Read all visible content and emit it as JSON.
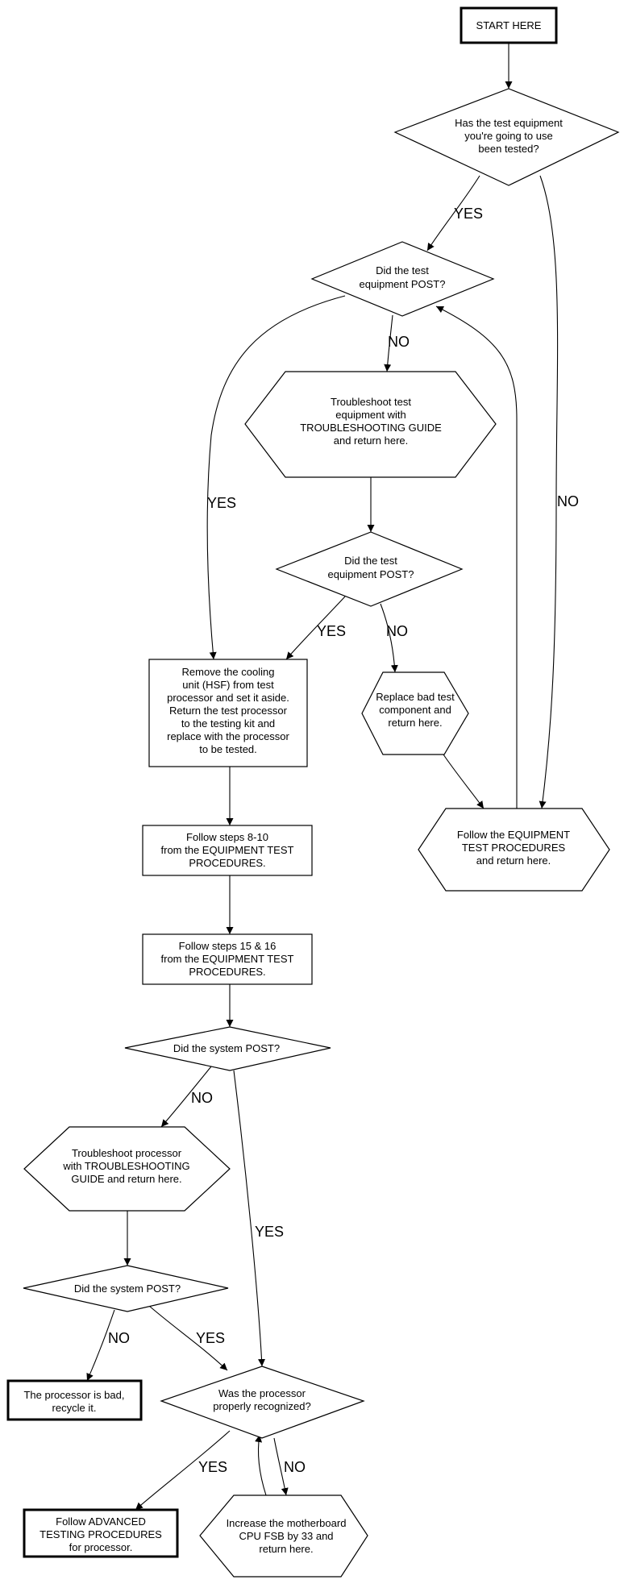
{
  "nodes": {
    "start": [
      "START HERE"
    ],
    "q_tested": [
      "Has the test equipment",
      "you're going to use",
      "been tested?"
    ],
    "q_post1": [
      "Did the test",
      "equipment POST?"
    ],
    "troubleshoot_equipment": [
      "Troubleshoot test",
      "equipment with",
      "TROUBLESHOOTING GUIDE",
      "and return here."
    ],
    "q_post2": [
      "Did the test",
      "equipment POST?"
    ],
    "remove_cooling": [
      "Remove the cooling",
      "unit (HSF) from test",
      "processor and set it aside.",
      "Return the test processor",
      "to the testing kit and",
      "replace with the processor",
      "to be tested."
    ],
    "replace_bad": [
      "Replace bad test",
      "component and",
      "return here."
    ],
    "follow_equipment": [
      "Follow the EQUIPMENT",
      "TEST PROCEDURES",
      "and return here."
    ],
    "steps_8_10": [
      "Follow steps 8-10",
      "from the EQUIPMENT TEST",
      "PROCEDURES."
    ],
    "steps_15_16": [
      "Follow steps 15 & 16",
      "from the EQUIPMENT TEST",
      "PROCEDURES."
    ],
    "q_system_post1": [
      "Did the system POST?"
    ],
    "troubleshoot_processor": [
      "Troubleshoot processor",
      "with TROUBLESHOOTING",
      "GUIDE and return here."
    ],
    "q_system_post2": [
      "Did the system POST?"
    ],
    "processor_bad": [
      "The processor is bad,",
      "recycle it."
    ],
    "q_recognized": [
      "Was the processor",
      "properly recognized?"
    ],
    "advanced": [
      "Follow ADVANCED",
      "TESTING PROCEDURES",
      "for processor."
    ],
    "increase_fsb": [
      "Increase the motherboard",
      "CPU FSB by 33 and",
      "return here."
    ]
  },
  "edge_labels": {
    "yes": "YES",
    "no": "NO"
  }
}
